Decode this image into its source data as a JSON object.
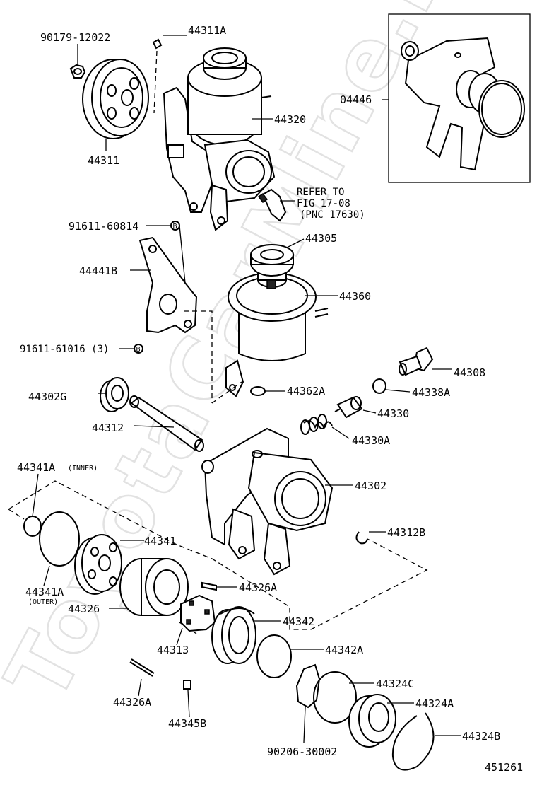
{
  "watermark": "ToyotaCarMine.ru",
  "labels": {
    "p90179_12022": "90179-12022",
    "p44311A": "44311A",
    "p44320": "44320",
    "p44311": "44311",
    "p04446": "04446",
    "refer_line1": "REFER TO",
    "refer_line2": "FIG 17-08",
    "refer_line3": "(PNC 17630)",
    "p91611_60814": "91611-60814",
    "p44305": "44305",
    "p44441B": "44441B",
    "p44360": "44360",
    "p91611_61016": "91611-61016 (3)",
    "p44308": "44308",
    "p44302G": "44302G",
    "p44362A": "44362A",
    "p44338A": "44338A",
    "p44330": "44330",
    "p44312": "44312",
    "p44330A": "44330A",
    "p44341A_inner": "44341A",
    "inner_note": "(INNER)",
    "p44302": "44302",
    "p44312B": "44312B",
    "p44341": "44341",
    "p44326A_top": "44326A",
    "p44341A_outer": "44341A",
    "outer_note": "(OUTER)",
    "p44326": "44326",
    "p44342": "44342",
    "p44313": "44313",
    "p44342A": "44342A",
    "p44324C": "44324C",
    "p44326A_bottom": "44326A",
    "p44324A": "44324A",
    "p44345B": "44345B",
    "p44324B": "44324B",
    "p90206_30002": "90206-30002",
    "diagram_number": "451261",
    "bolt_marker_1": "B",
    "bolt_marker_2": "B"
  }
}
